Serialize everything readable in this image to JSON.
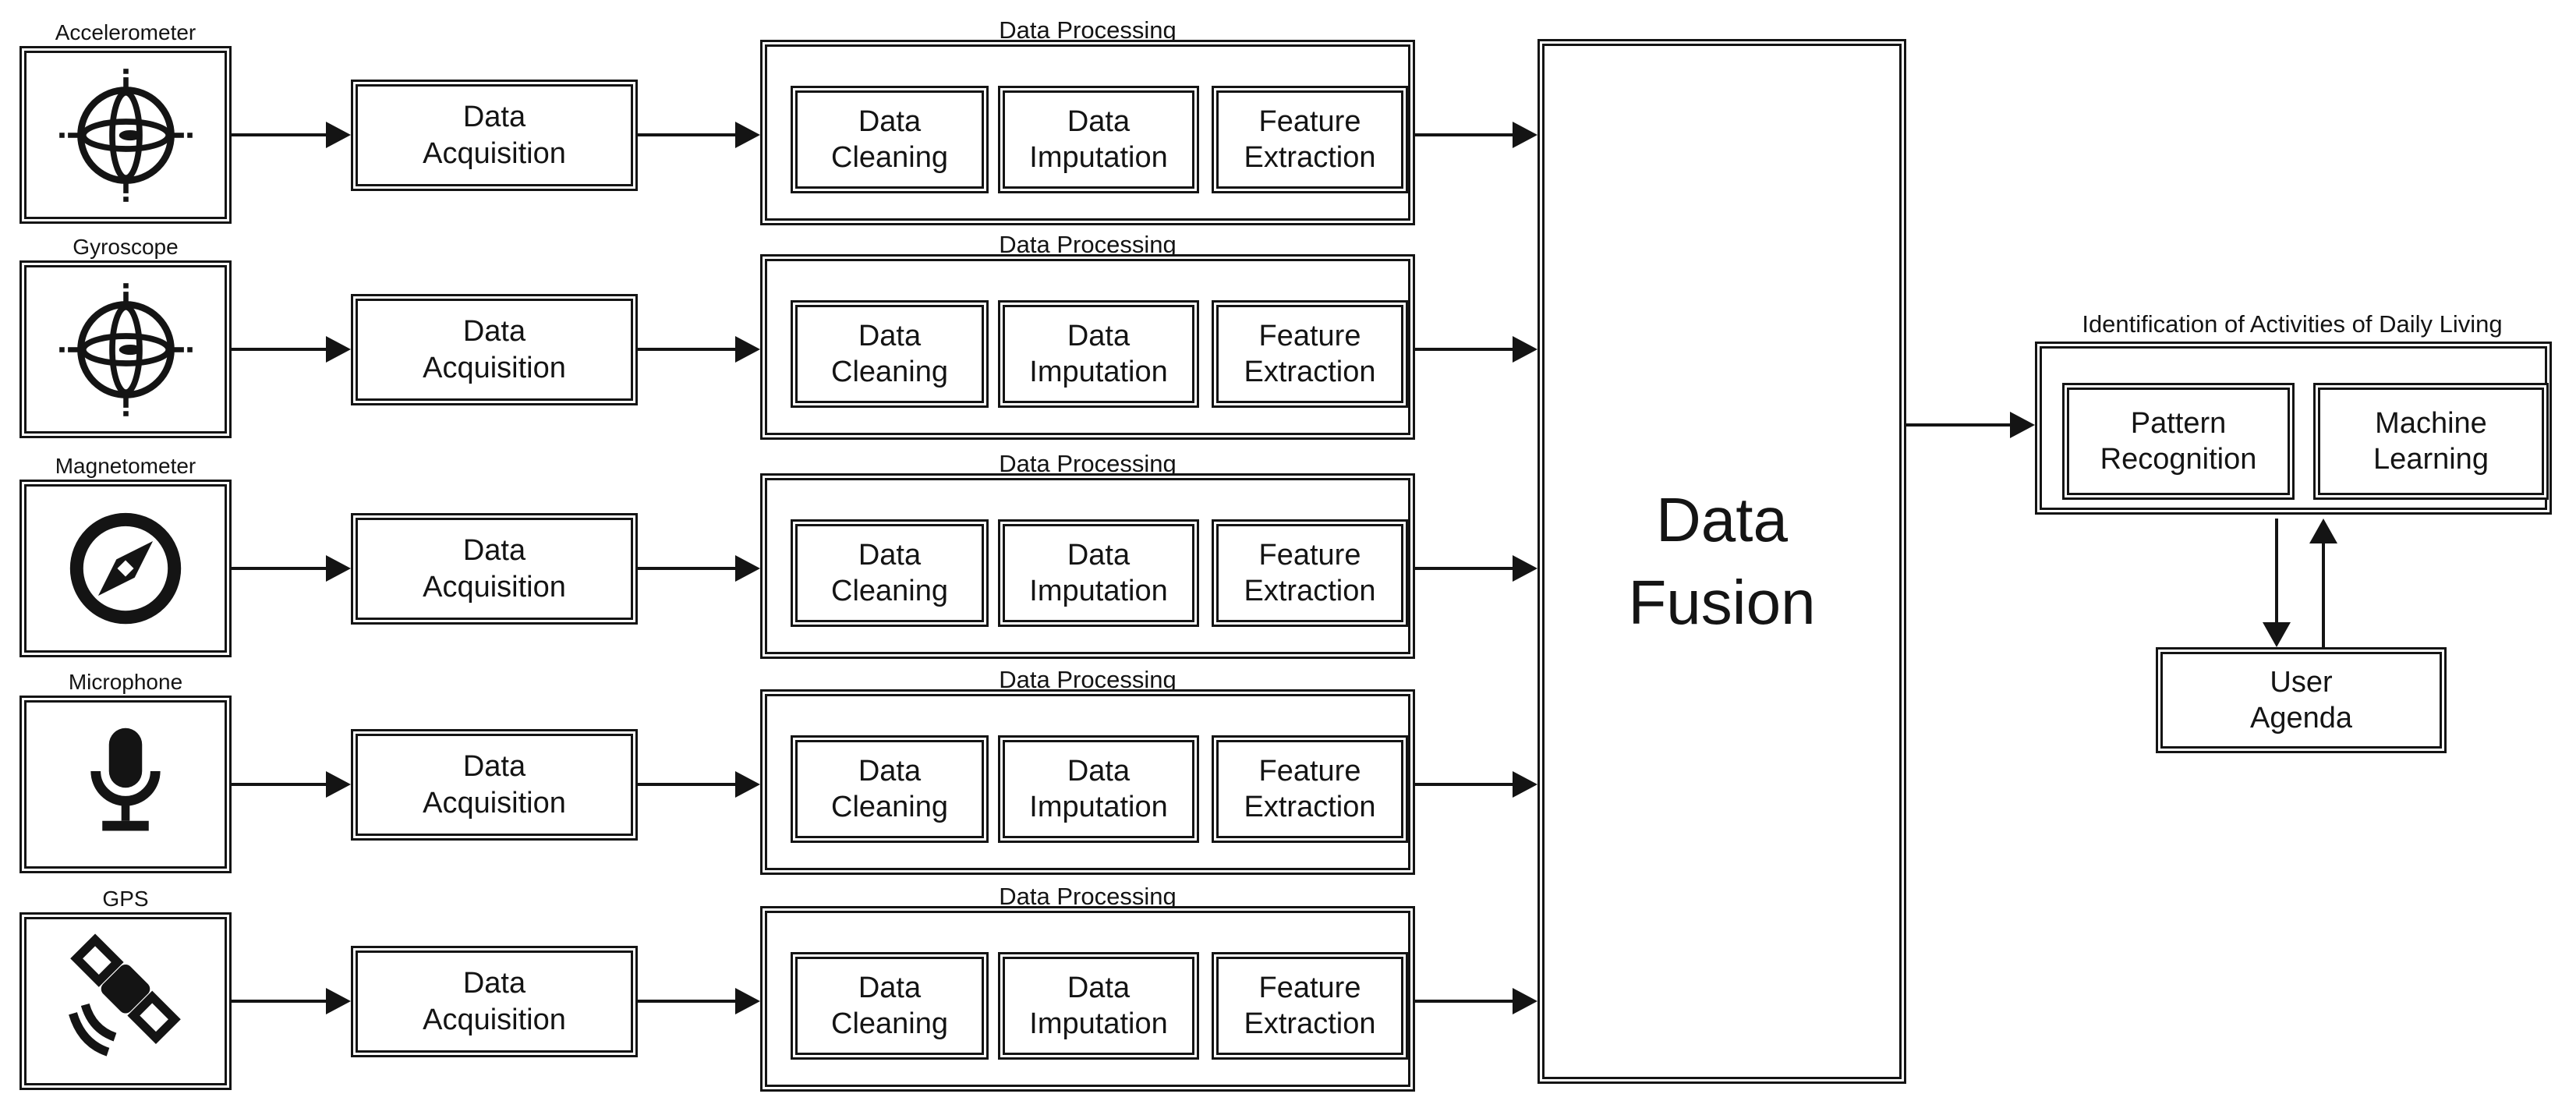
{
  "sensors": [
    {
      "label": "Accelerometer",
      "icon": "gyroscope-gimbal-icon"
    },
    {
      "label": "Gyroscope",
      "icon": "gyroscope-gimbal-icon"
    },
    {
      "label": "Magnetometer",
      "icon": "compass-icon"
    },
    {
      "label": "Microphone",
      "icon": "microphone-icon"
    },
    {
      "label": "GPS",
      "icon": "satellite-icon"
    }
  ],
  "stages": {
    "data_acquisition": "Data Acquisition",
    "data_processing_label": "Data Processing",
    "data_cleaning": "Data Cleaning",
    "data_imputation": "Data Imputation",
    "feature_extraction": "Feature Extraction",
    "data_fusion": "Data Fusion",
    "identification_label": "Identification of Activities of Daily Living",
    "pattern_recognition": "Pattern Recognition",
    "machine_learning": "Machine Learning",
    "user_agenda": "User Agenda"
  },
  "colors": {
    "stroke": "#141414",
    "background": "#ffffff"
  }
}
